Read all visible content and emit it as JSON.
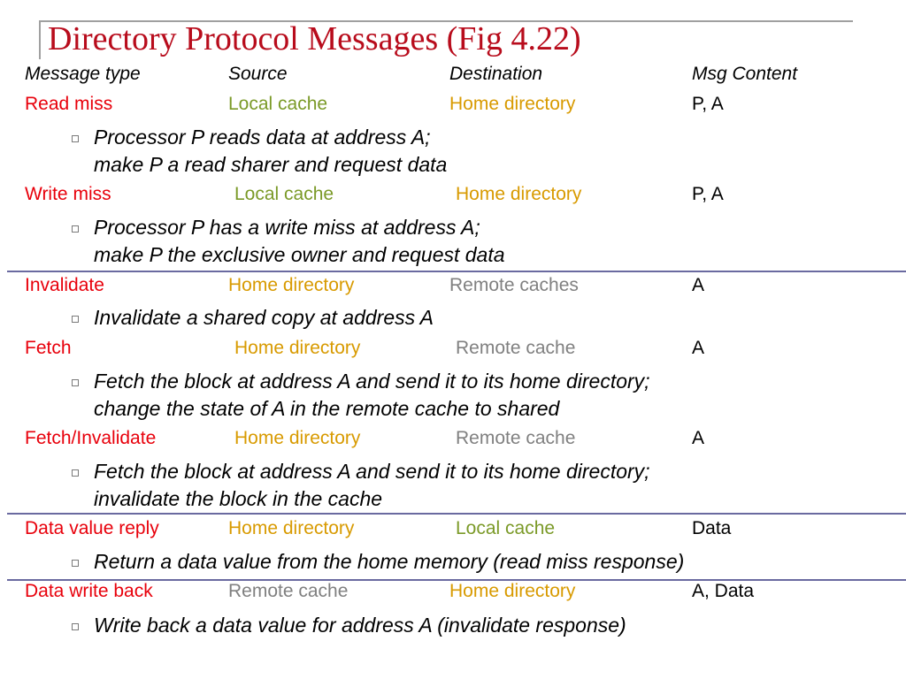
{
  "title": "Directory Protocol Messages (Fig 4.22)",
  "headers": {
    "type": "Message type",
    "source": "Source",
    "destination": "Destination",
    "content": "Msg Content"
  },
  "rows": [
    {
      "type": "Read miss",
      "source": "Local cache",
      "destination": "Home directory",
      "content": "P, A",
      "desc_line1": "Processor P reads data at address A;",
      "desc_line2": "make P a read sharer and request data"
    },
    {
      "type": "Write miss",
      "source": "Local cache",
      "destination": "Home directory",
      "content": "P, A",
      "desc_line1": "Processor P has a write miss at address A;",
      "desc_line2": "make P the exclusive owner and request data"
    },
    {
      "type": "Invalidate",
      "source": "Home directory",
      "destination": "Remote caches",
      "content": "A",
      "desc_line1": "Invalidate a shared copy at address A"
    },
    {
      "type": "Fetch",
      "source": "Home directory",
      "destination": "Remote cache",
      "content": "A",
      "desc_line1": "Fetch the block at address A and send it to its home directory;",
      "desc_line2": "change the state of A in the remote cache to shared"
    },
    {
      "type": "Fetch/Invalidate",
      "source": "Home directory",
      "destination": "Remote cache",
      "content": "A",
      "desc_line1": "Fetch the block at address A and send it to its home directory;",
      "desc_line2": "invalidate the block in the cache"
    },
    {
      "type": "Data value reply",
      "source": "Home directory",
      "destination": "Local cache",
      "content": "Data",
      "desc_line1": "Return a data value from the home memory (read miss response)"
    },
    {
      "type": "Data write back",
      "source": "Remote cache",
      "destination": "Home directory",
      "content": "A, Data",
      "desc_line1": "Write back a data value for address A (invalidate response)"
    }
  ],
  "colors": {
    "title": "#b80c1c",
    "type": "#e8000b",
    "home_directory": "#d89a00",
    "local_cache": "#7b9a28",
    "remote": "#808080",
    "separator": "#6a6aa0"
  }
}
